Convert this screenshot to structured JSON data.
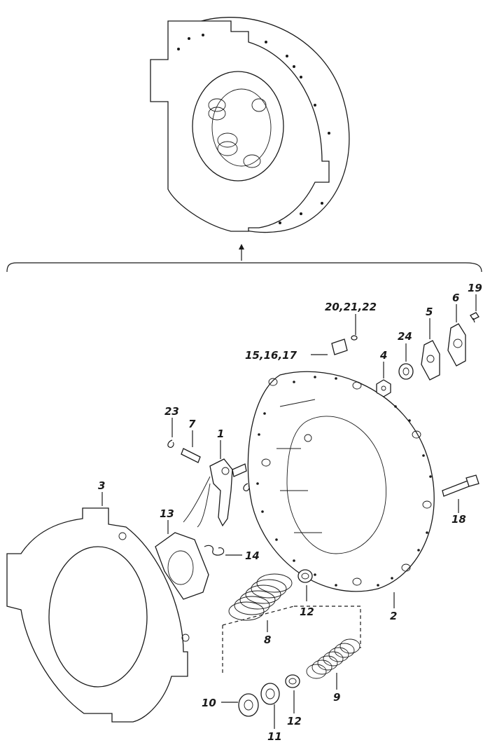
{
  "callouts": {
    "c1": "1",
    "c2": "2",
    "c3": "3",
    "c4": "4",
    "c5": "5",
    "c6": "6",
    "c7": "7",
    "c8": "8",
    "c9": "9",
    "c10": "10",
    "c11": "11",
    "c12a": "12",
    "c12b": "12",
    "c13": "13",
    "c14": "14",
    "c15": "15,16,17",
    "c18": "18",
    "c19": "19",
    "c20": "20,21,22",
    "c23": "23",
    "c24": "24"
  }
}
